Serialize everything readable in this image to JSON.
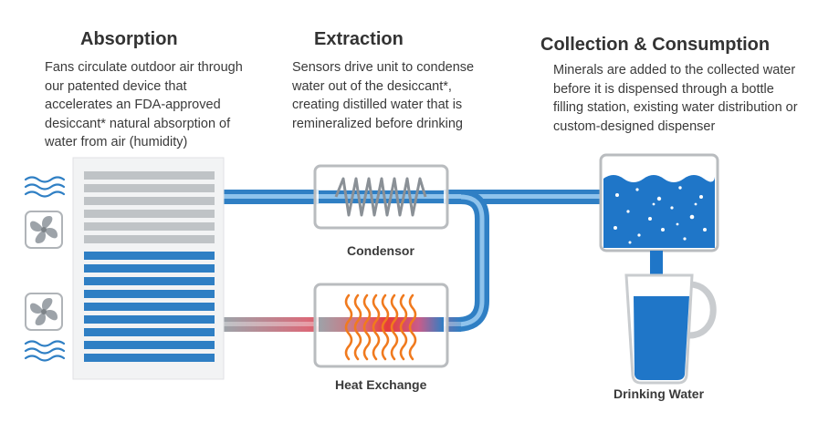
{
  "sections": {
    "absorption": {
      "title": "Absorption",
      "lines": [
        "Fans circulate outdoor air through",
        "our patented device that",
        "accelerates an FDA-approved",
        "desiccant* natural absorption of",
        "water from air (humidity)"
      ]
    },
    "extraction": {
      "title": "Extraction",
      "lines": [
        "Sensors drive unit to condense",
        "water out of the desiccant*,",
        "creating distilled water that is",
        "remineralized before drinking"
      ]
    },
    "collection": {
      "title": "Collection & Consumption",
      "lines": [
        "Minerals are added to the collected water",
        "before it is dispensed through a bottle",
        "filling station, existing water distribution or",
        "custom-designed dispenser"
      ]
    }
  },
  "labels": {
    "condensor": "Condensor",
    "heat_exchange": "Heat Exchange",
    "drinking_water": "Drinking Water"
  },
  "colors": {
    "water_blue": "#1f76c8",
    "pipe_blue": "#2f7fc4",
    "pipe_gray": "#9da3a9",
    "vent_gray": "#bfc3c6",
    "heat": "#f07a1e",
    "frame_gray": "#b9bcbf",
    "text_dark": "#333333"
  },
  "icons": [
    "air-flow-icon",
    "fan-icon",
    "condensor-coil-icon",
    "heat-flame-icon",
    "water-tank-icon",
    "pitcher-icon"
  ]
}
